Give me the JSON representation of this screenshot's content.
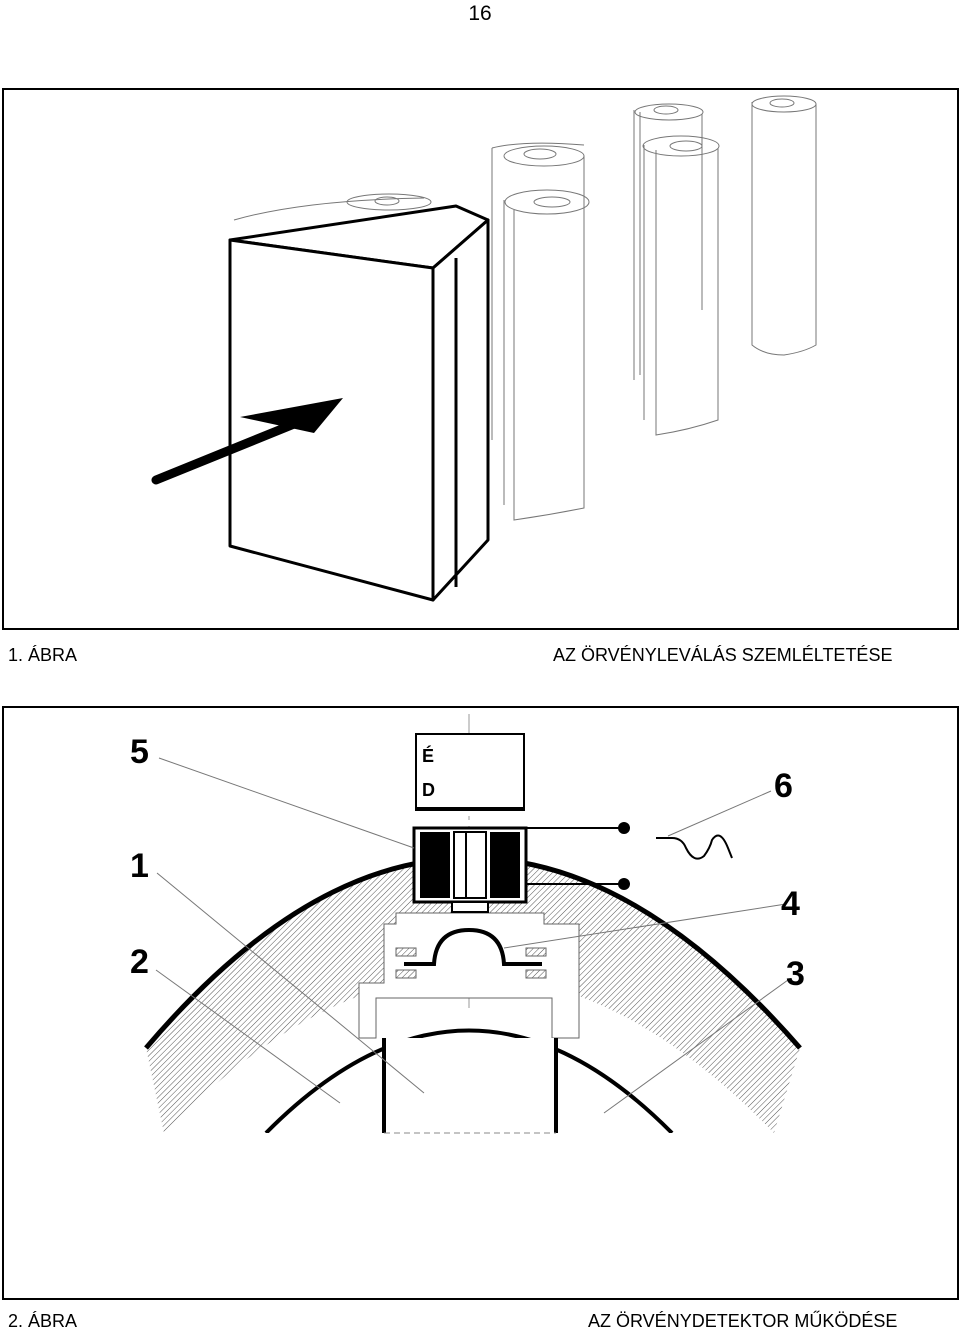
{
  "page_number": "16",
  "figure1": {
    "label": "1. ÁBRA",
    "title": "AZ ÖRVÉNYLEVÁLÁS SZEMLÉLTETÉSE"
  },
  "figure2": {
    "label": "2. ÁBRA",
    "title": "AZ ÖRVÉNYDETEKTOR MŰKÖDÉSE",
    "callouts": {
      "c1": "1",
      "c2": "2",
      "c3": "3",
      "c4": "4",
      "c5": "5",
      "c6": "6"
    },
    "magnet_poles": {
      "north": "É",
      "south": "D"
    }
  }
}
